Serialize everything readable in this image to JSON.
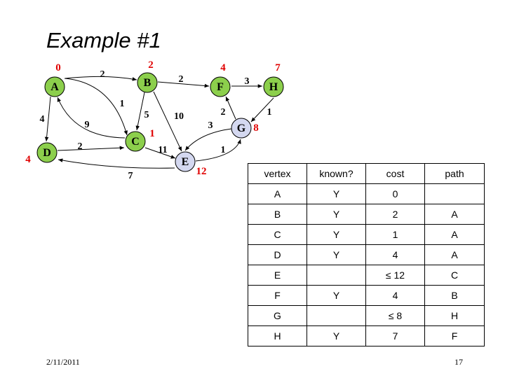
{
  "title": "Example #1",
  "graph": {
    "nodes": [
      {
        "id": "A",
        "label": "A",
        "cost": "0",
        "state": "known"
      },
      {
        "id": "B",
        "label": "B",
        "cost": "2",
        "state": "known"
      },
      {
        "id": "C",
        "label": "C",
        "cost": "1",
        "state": "known"
      },
      {
        "id": "D",
        "label": "D",
        "cost": "4",
        "state": "known"
      },
      {
        "id": "E",
        "label": "E",
        "cost": "12",
        "state": "unknown"
      },
      {
        "id": "F",
        "label": "F",
        "cost": "4",
        "state": "known"
      },
      {
        "id": "G",
        "label": "G",
        "cost": "8",
        "state": "unknown"
      },
      {
        "id": "H",
        "label": "H",
        "cost": "7",
        "state": "known"
      }
    ],
    "edges": [
      {
        "from": "A",
        "to": "B",
        "weight": "2"
      },
      {
        "from": "A",
        "to": "C",
        "weight": "1"
      },
      {
        "from": "A",
        "to": "D",
        "weight": "4"
      },
      {
        "from": "C",
        "to": "A",
        "weight": "9"
      },
      {
        "from": "B",
        "to": "C",
        "weight": "5"
      },
      {
        "from": "B",
        "to": "E",
        "weight": "10"
      },
      {
        "from": "B",
        "to": "F",
        "weight": "2"
      },
      {
        "from": "D",
        "to": "C",
        "weight": "2"
      },
      {
        "from": "C",
        "to": "E",
        "weight": "11"
      },
      {
        "from": "E",
        "to": "D",
        "weight": "7"
      },
      {
        "from": "E",
        "to": "G",
        "weight": "1"
      },
      {
        "from": "G",
        "to": "E",
        "weight": "3"
      },
      {
        "from": "G",
        "to": "F",
        "weight": "2"
      },
      {
        "from": "F",
        "to": "H",
        "weight": "3"
      },
      {
        "from": "H",
        "to": "G",
        "weight": "1"
      }
    ],
    "colors": {
      "known": "#8ccf4c",
      "unknown": "#d4d8f0",
      "cost": "#e00000",
      "stroke": "#000000"
    }
  },
  "table": {
    "headers": [
      "vertex",
      "known?",
      "cost",
      "path"
    ],
    "rows": [
      [
        "A",
        "Y",
        "0",
        ""
      ],
      [
        "B",
        "Y",
        "2",
        "A"
      ],
      [
        "C",
        "Y",
        "1",
        "A"
      ],
      [
        "D",
        "Y",
        "4",
        "A"
      ],
      [
        "E",
        "",
        "≤ 12",
        "C"
      ],
      [
        "F",
        "Y",
        "4",
        "B"
      ],
      [
        "G",
        "",
        "≤ 8",
        "H"
      ],
      [
        "H",
        "Y",
        "7",
        "F"
      ]
    ]
  },
  "footer": {
    "date": "2/11/2011",
    "page": "17"
  }
}
